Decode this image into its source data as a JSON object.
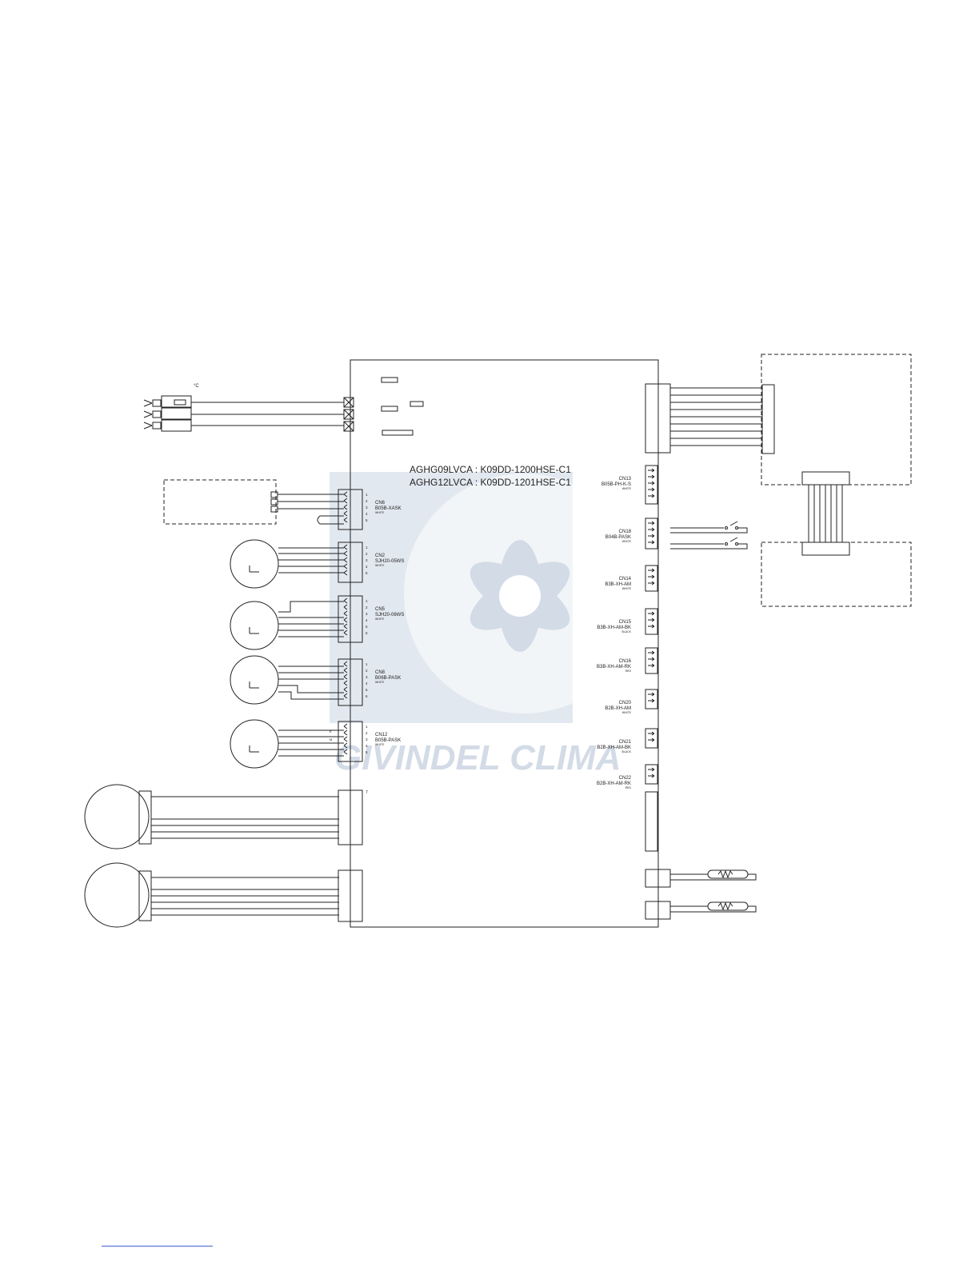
{
  "models": {
    "line1": "AGHG09LVCA : K09DD-1200HSE-C1",
    "line2": "AGHG12LVCA : K09DD-1201HSE-C1"
  },
  "degree_label": "°C",
  "watermark": {
    "text": "GIVINDEL CLIMA"
  },
  "left_connectors": [
    {
      "id": "CN6",
      "part": "B05B-XASK",
      "color": "WHITE",
      "pins": [
        "1",
        "2",
        "3",
        "4",
        "5"
      ]
    },
    {
      "id": "CN2",
      "part": "SJH20-05WS",
      "color": "WHITE",
      "pins": [
        "1",
        "2",
        "3",
        "4",
        "5"
      ]
    },
    {
      "id": "CN5",
      "part": "SJH20-06WS",
      "color": "WHITE",
      "pins": [
        "1",
        "2",
        "3",
        "4",
        "5",
        "6"
      ]
    },
    {
      "id": "CN8",
      "part": "B06B-PASK",
      "color": "WHITE",
      "pins": [
        "1",
        "2",
        "3",
        "4",
        "5",
        "6"
      ]
    },
    {
      "id": "CN12",
      "part": "B05B-PASK",
      "color": "WHITE",
      "pins": [
        "1",
        "2",
        "3",
        "4",
        "5"
      ]
    }
  ],
  "right_connectors": [
    {
      "id": "CN13",
      "part": "B05B-PH-K-S",
      "color": "WHITE"
    },
    {
      "id": "CN18",
      "part": "B04B-PASK",
      "color": "WHITE"
    },
    {
      "id": "CN14",
      "part": "B3B-XH-AM",
      "color": "WHITE"
    },
    {
      "id": "CN15",
      "part": "B3B-XH-AM-BK",
      "color": "BLACK"
    },
    {
      "id": "CN16",
      "part": "B3B-XH-AM-RK",
      "color": "RED"
    },
    {
      "id": "CN20",
      "part": "B2B-XH-AM",
      "color": "WHITE"
    },
    {
      "id": "CN21",
      "part": "B2B-XH-AM-BK",
      "color": "BLACK"
    },
    {
      "id": "CN22",
      "part": "B2B-XH-AM-RK",
      "color": "RED"
    }
  ],
  "cn12_side_marks": [
    "E",
    "M"
  ],
  "lower_pin_label": "7"
}
